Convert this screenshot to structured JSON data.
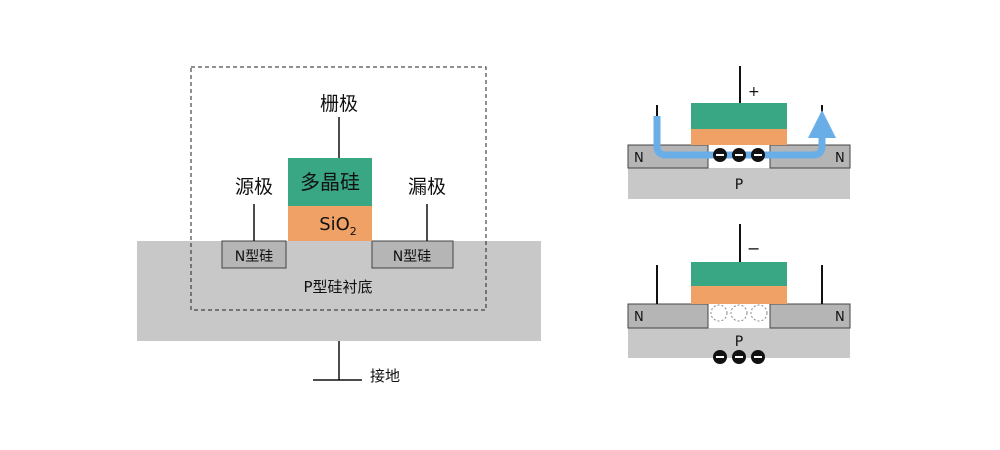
{
  "left": {
    "gate_label": "栅极",
    "poly_label": "多晶硅",
    "oxide_label": "SiO",
    "oxide_sub": "2",
    "source_label": "源极",
    "drain_label": "漏极",
    "n_region_left": "N型硅",
    "n_region_right": "N型硅",
    "substrate_label": "P型硅衬底",
    "ground_label": "接地"
  },
  "top_right": {
    "gate_sign": "+",
    "n_left": "N",
    "n_right": "N",
    "p_label": "P",
    "channel_charges": "electrons"
  },
  "bottom_right": {
    "gate_sign": "−",
    "n_left": "N",
    "n_right": "N",
    "p_label": "P",
    "channel_charges": "holes",
    "substrate_charges": "electrons"
  },
  "colors": {
    "poly": "#3aa784",
    "oxide": "#f0a266",
    "substrate": "#c8c8c8",
    "n_region": "#b5b5b5",
    "flow_arrow": "#6aaee8"
  }
}
